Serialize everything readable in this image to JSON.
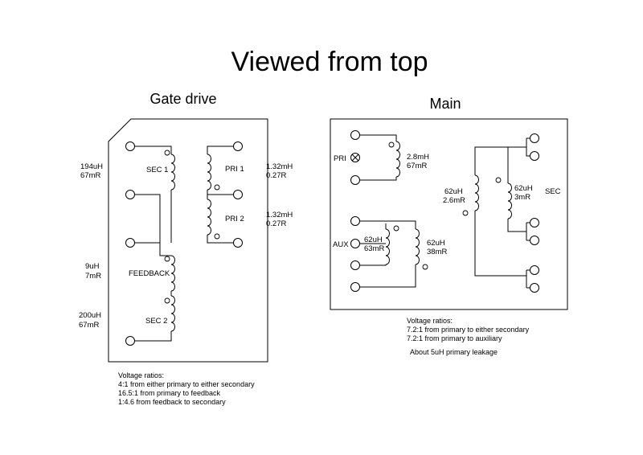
{
  "title": "Viewed from top",
  "gate_drive": {
    "heading": "Gate drive",
    "windings": {
      "sec1": "SEC 1",
      "pri1": "PRI 1",
      "pri2": "PRI 2",
      "feedback": "FEEDBACK",
      "sec2": "SEC 2"
    },
    "specs": {
      "sec1_l": "194uH",
      "sec1_r": "67mR",
      "pri1_l": "1.32mH",
      "pri1_r": "0.27R",
      "pri2_l": "1.32mH",
      "pri2_r": "0.27R",
      "fb_l": "9uH",
      "fb_r": "7mR",
      "sec2_l": "200uH",
      "sec2_r": "67mR"
    },
    "notes": [
      "Voltage ratios:",
      "4:1 from either primary to either secondary",
      "16.5:1 from primary to feedback",
      "1:4.6 from feedback to secondary"
    ]
  },
  "main": {
    "heading": "Main",
    "windings": {
      "pri": "PRI",
      "aux": "AUX",
      "sec": "SEC"
    },
    "specs": {
      "pri_l": "2.8mH",
      "pri_r": "67mR",
      "aux1_l": "62uH",
      "aux1_r": "63mR",
      "aux2_l": "62uH",
      "aux2_r": "38mR",
      "sec1_l": "62uH",
      "sec1_r": "2.6mR",
      "sec2_l": "62uH",
      "sec2_r": "3mR"
    },
    "notes": [
      "Voltage ratios:",
      "7.2:1 from primary to either secondary",
      "7.2:1 from primary to auxiliary",
      "About 5uH primary leakage"
    ]
  }
}
